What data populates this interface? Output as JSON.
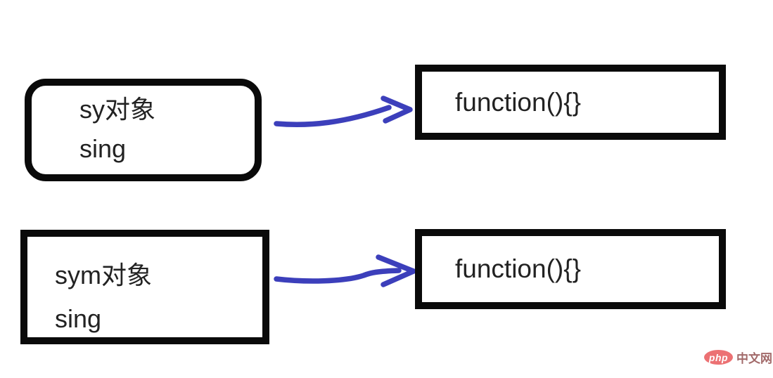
{
  "diagram": {
    "rows": [
      {
        "object_box": {
          "shape": "rounded-rectangle",
          "title": "sy对象",
          "member": "sing"
        },
        "arrow": {
          "direction": "right",
          "style": "hand-drawn"
        },
        "function_box": {
          "label": "function(){}"
        }
      },
      {
        "object_box": {
          "shape": "rectangle",
          "title": "sym对象",
          "member": "sing"
        },
        "arrow": {
          "direction": "right",
          "style": "hand-drawn"
        },
        "function_box": {
          "label": "function(){}"
        }
      }
    ],
    "colors": {
      "background": "#ffffff",
      "box_border": "#0a0a0a",
      "text": "#222222",
      "arrow": "#3c3fbb"
    }
  },
  "watermark": {
    "badge_label": "php",
    "site_label": "中文网",
    "badge_color": "#ec7173",
    "label_color": "#a26a6a"
  }
}
